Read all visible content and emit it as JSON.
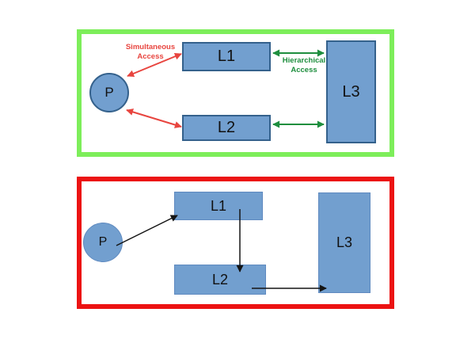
{
  "colors": {
    "shape-fill": "#729fcf",
    "shape-border-dark": "#34618c",
    "shape-border-light": "#5f8ac0",
    "green-box": "#7dee5a",
    "red-box": "#ec1313",
    "red-arrow": "#e8453f",
    "green-arrow": "#1e8e3e",
    "black-arrow": "#141414",
    "label": "#111111"
  },
  "top_diagram": {
    "processor_label": "P",
    "l1_label": "L1",
    "l2_label": "L2",
    "l3_label": "L3",
    "simultaneous_label_line1": "Simultaneous",
    "simultaneous_label_line2": "Access",
    "hierarchical_label_line1": "Hierarchical",
    "hierarchical_label_line2": "Access"
  },
  "bottom_diagram": {
    "processor_label": "P",
    "l1_label": "L1",
    "l2_label": "L2",
    "l3_label": "L3"
  }
}
